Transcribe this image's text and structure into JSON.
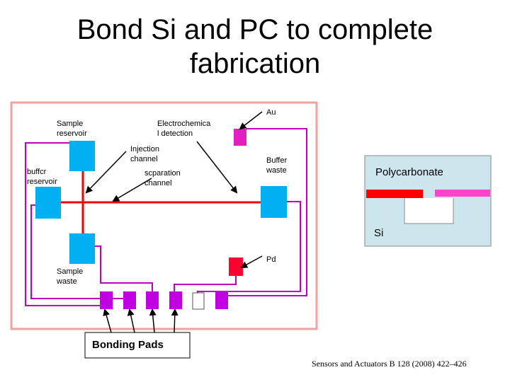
{
  "title": {
    "line1": "Bond Si and PC to complete",
    "line2": "fabrication"
  },
  "chip_diagram": {
    "labels": {
      "sample_reservoir_1": "Sample",
      "sample_reservoir_2": "reservoir",
      "electrochem_1": "Electrochemica",
      "electrochem_2": "l detection",
      "au": "Au",
      "injection_1": "Injection",
      "injection_2": "channel",
      "buffer_reservoir_1": "buffcr",
      "buffer_reservoir_2": "reservoir",
      "separation_1": "scparation",
      "separation_2": "channel",
      "buffer_waste_1": "Buffer",
      "buffer_waste_2": "waste",
      "pd": "Pd",
      "sample_waste_1": "Sample",
      "sample_waste_2": "waste",
      "bonding_pads": "Bonding Pads"
    },
    "colors": {
      "border": "#f2a0a0",
      "reservoir": "#00b0f0",
      "channel": "#ff0000",
      "electrode_trace": "#c000c0",
      "pad": "#c000e0",
      "au_electrode": "#e020c0",
      "pd_electrode": "#ff0033"
    }
  },
  "cross_section": {
    "polycarbonate_label": "Polycarbonate",
    "si_label": "Si",
    "colors": {
      "background": "#cce6ee",
      "left_electrode": "#ff0000",
      "right_electrode": "#ff44cc"
    }
  },
  "citation": "Sensors and Actuators B 128 (2008) 422–426"
}
